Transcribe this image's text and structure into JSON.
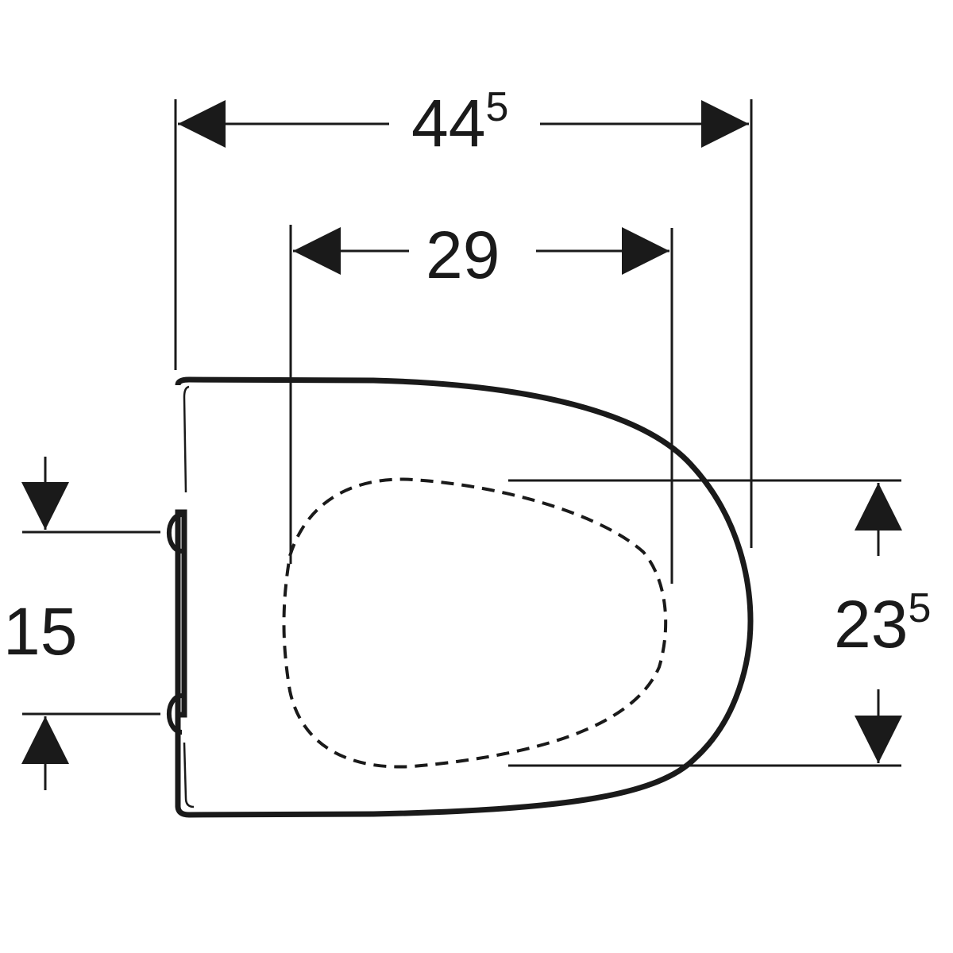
{
  "drawing": {
    "subject": "toilet seat and lid, top view",
    "line_color": "#1a1a1a",
    "background": "#ffffff"
  },
  "dimensions": {
    "overall_width": {
      "main": "44",
      "sup": "5",
      "value_cm": 44.5
    },
    "hinge_to_front_inner": {
      "main": "29",
      "sup": "",
      "value_cm": 29
    },
    "opening_width": {
      "main": "23",
      "sup": "5",
      "value_cm": 23.5
    },
    "hinge_spacing": {
      "main": "15",
      "sup": "",
      "value_cm": 15
    }
  }
}
